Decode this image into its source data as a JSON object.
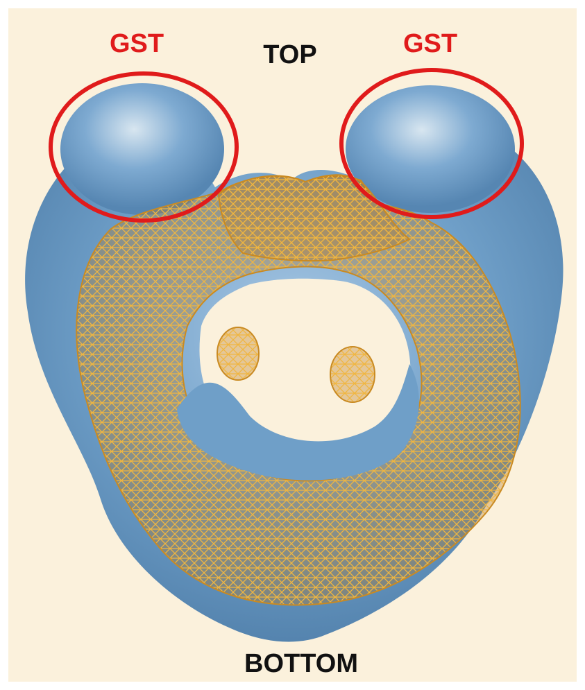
{
  "labels": {
    "gst_left": "GST",
    "top": "TOP",
    "gst_right": "GST",
    "bottom": "BOTTOM"
  },
  "colors": {
    "background": "#fbf1dc",
    "density_surface": "#6f9fc8",
    "mesh": "#d9992a",
    "highlight_circle": "#e01b1b",
    "gst_label": "#e01b1b",
    "orientation_label": "#111111"
  }
}
